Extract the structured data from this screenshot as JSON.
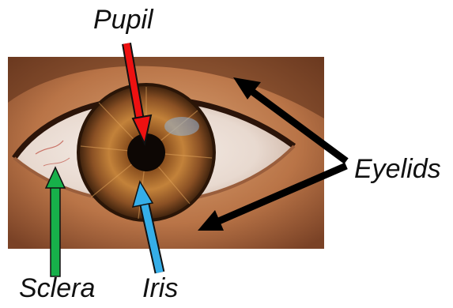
{
  "labels": {
    "pupil": "Pupil",
    "eyelids": "Eyelids",
    "sclera": "Sclera",
    "iris": "Iris"
  },
  "colors": {
    "pupil_arrow": "#ee1111",
    "eyelid_arrows": "#000000",
    "sclera_arrow": "#17b04a",
    "iris_arrow": "#35aee8",
    "iris_outer": "#4a2a12",
    "iris_inner": "#b8752e",
    "skin": "#c98a5a",
    "sclera": "#efe6df"
  },
  "icons": [
    "eye-photo"
  ]
}
